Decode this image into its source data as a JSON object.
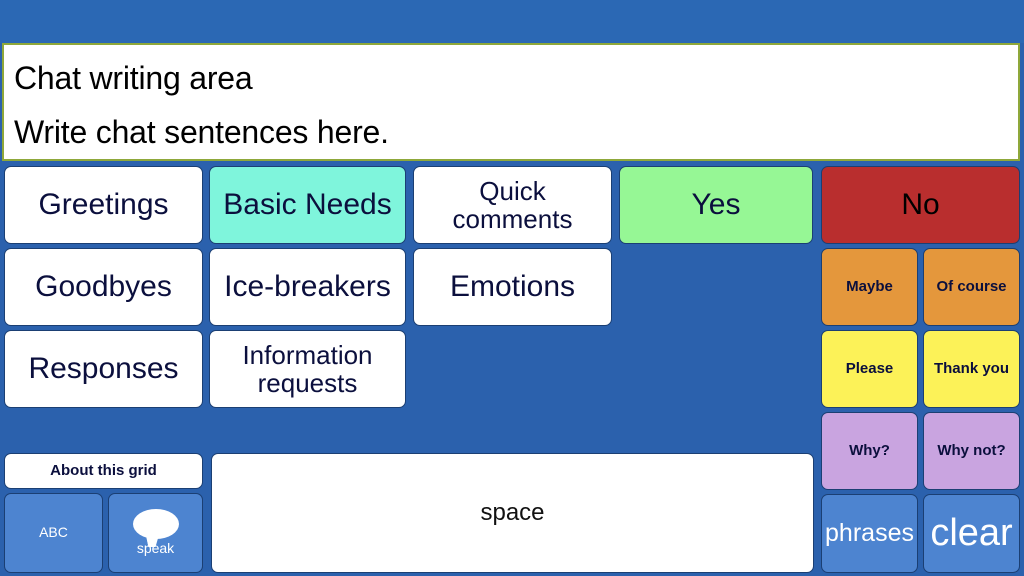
{
  "app": {
    "background_color": "#2b61ad",
    "top_strip_color": "#2b68b4"
  },
  "chat": {
    "title": "Chat writing area",
    "line2": "Write chat sentences here.",
    "border_color": "#8fa83a",
    "background_color": "#ffffff"
  },
  "grid": {
    "categories": [
      {
        "label": "Greetings",
        "color": "#ffffff"
      },
      {
        "label": "Basic Needs",
        "color": "#7ff5dc"
      },
      {
        "label": "Quick comments",
        "color": "#ffffff"
      },
      {
        "label": "Goodbyes",
        "color": "#ffffff"
      },
      {
        "label": "Ice-breakers",
        "color": "#ffffff"
      },
      {
        "label": "Emotions",
        "color": "#ffffff"
      },
      {
        "label": "Responses",
        "color": "#ffffff"
      },
      {
        "label": "Information requests",
        "color": "#ffffff"
      }
    ],
    "answers": [
      {
        "label": "Yes",
        "color": "#96f795"
      },
      {
        "label": "No",
        "color": "#b92e2e"
      }
    ],
    "quick_phrases": [
      {
        "label": "Maybe",
        "color": "#e4973c"
      },
      {
        "label": "Of course",
        "color": "#e4973c"
      },
      {
        "label": "Please",
        "color": "#fcf258"
      },
      {
        "label": "Thank you",
        "color": "#fcf258"
      },
      {
        "label": "Why?",
        "color": "#c9a4e0"
      },
      {
        "label": "Why not?",
        "color": "#c9a4e0"
      }
    ]
  },
  "bottom": {
    "about": "About this grid",
    "abc": "ABC",
    "speak": "speak",
    "speak_icon": "speech-bubble-icon",
    "space": "space",
    "phrases": "phrases",
    "clear": "clear"
  }
}
